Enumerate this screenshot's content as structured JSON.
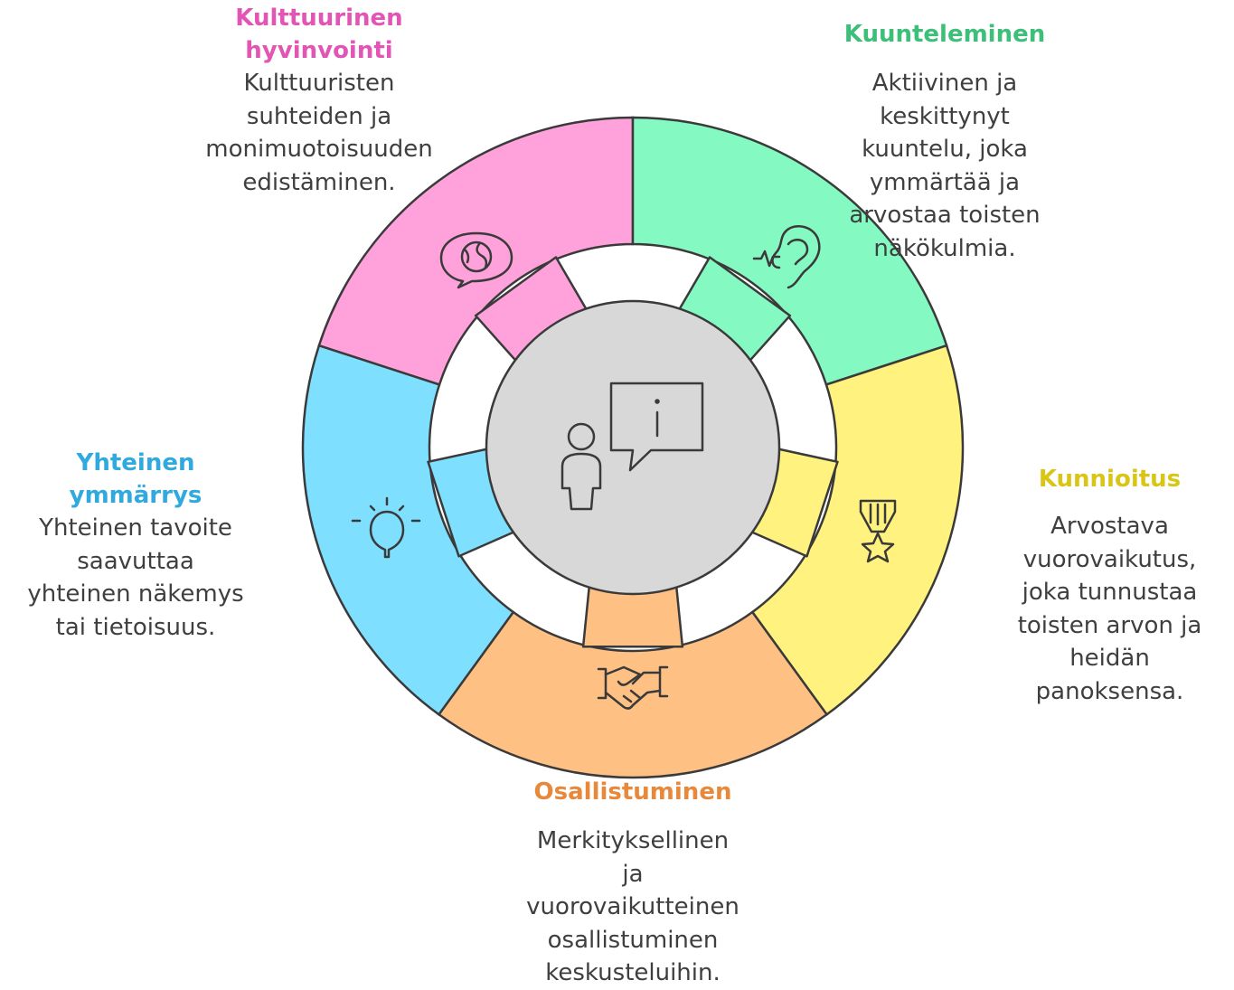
{
  "segments": [
    {
      "key": "cultural",
      "title": "Kulttuurinen\nhyvinvointi",
      "description": "Kulttuuristen\nsuhteiden ja\nmonimuotoisuuden\nedistäminen.",
      "color": "#ffa2dc",
      "title_color": "#e255b5",
      "icon": "globe-speech-icon"
    },
    {
      "key": "listening",
      "title": "Kuunteleminen",
      "description": "Aktiivinen ja\nkeskittynyt\nkuuntelu, joka\nymmärtää ja\narvostaa toisten\nnäkökulmia.",
      "color": "#84f9c2",
      "title_color": "#3ebf79",
      "icon": "ear-icon"
    },
    {
      "key": "respect",
      "title": "Kunnioitus",
      "description": "Arvostava\nvuorovaikutus,\njoka tunnustaa\ntoisten arvon ja\nheidän\npanoksensa.",
      "color": "#fff27f",
      "title_color": "#d9c516",
      "icon": "medal-icon"
    },
    {
      "key": "participation",
      "title": "Osallistuminen",
      "description": "Merkityksellinen\nja\nvuorovaikutteinen\nosallistuminen\nkeskusteluihin.",
      "color": "#ffc084",
      "title_color": "#e8883a",
      "icon": "handshake-icon"
    },
    {
      "key": "shared",
      "title": "Yhteinen\nymmärrys",
      "description": "Yhteinen tavoite\nsaavuttaa\nyhteinen näkemys\ntai tietoisuus.",
      "color": "#7fdfff",
      "title_color": "#2fa9de",
      "icon": "lightbulb-icon"
    }
  ],
  "center": {
    "color": "#d8d8d8",
    "icon": "person-info-speech-icon"
  }
}
